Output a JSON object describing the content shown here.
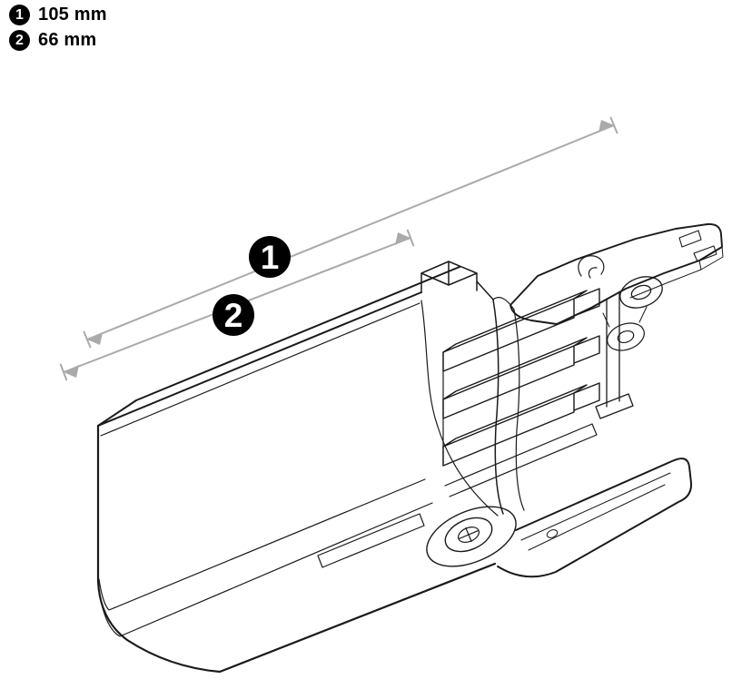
{
  "legend": {
    "items": [
      {
        "marker": "1",
        "value": "105 mm"
      },
      {
        "marker": "2",
        "value": "66 mm"
      }
    ]
  },
  "drawing": {
    "markers": [
      {
        "label": "1"
      },
      {
        "label": "2"
      }
    ],
    "colors": {
      "line": "#1a1a1a",
      "dimension": "#aaaaaa",
      "marker_background": "#000000",
      "marker_text": "#ffffff",
      "background": "#ffffff"
    }
  }
}
